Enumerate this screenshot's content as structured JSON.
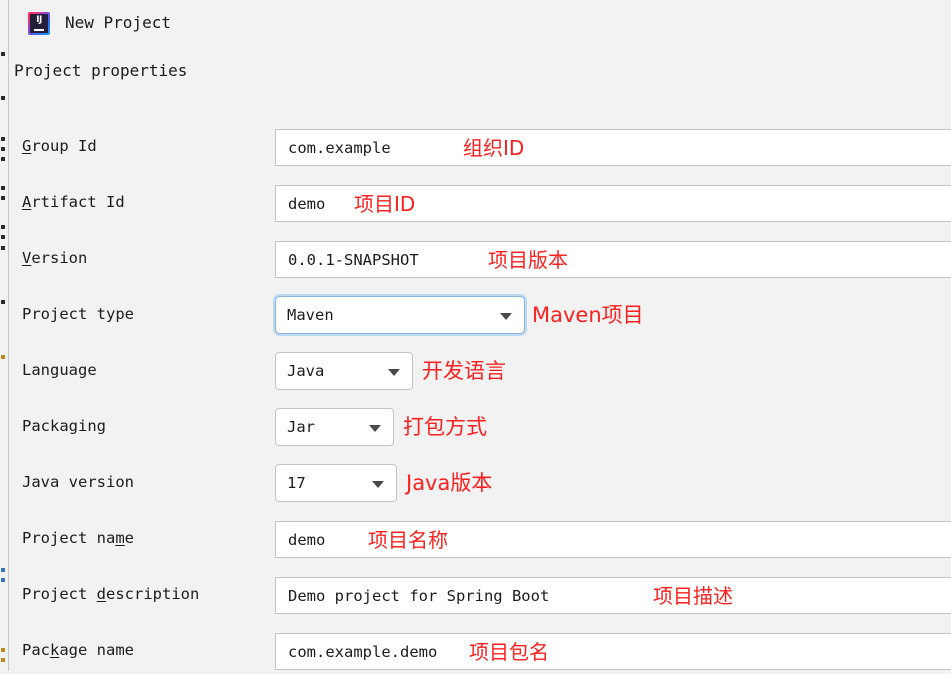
{
  "window": {
    "title": "New Project",
    "icon": "intellij-idea-icon",
    "icon_glyph": "IJ"
  },
  "section": {
    "title": "Project properties"
  },
  "theme": {
    "background": "#f2f2f2",
    "field_background": "#ffffff",
    "field_border": "#c4c4c4",
    "text": "#1c1c1c",
    "annotation_red": "#fd2020",
    "focus_ring": "#bcd9f2"
  },
  "form": {
    "rows": [
      {
        "name": "group-id",
        "label_before": "",
        "label_mnemonic": "G",
        "label_after": "roup Id",
        "control": "textfield",
        "value": "com.example",
        "annotation": "组织ID",
        "annotation_inside": true
      },
      {
        "name": "artifact-id",
        "label_before": "",
        "label_mnemonic": "A",
        "label_after": "rtifact Id",
        "control": "textfield",
        "value": "demo",
        "annotation": "项目ID",
        "annotation_inside": true
      },
      {
        "name": "version",
        "label_before": "",
        "label_mnemonic": "V",
        "label_after": "ersion",
        "control": "textfield",
        "value": "0.0.1-SNAPSHOT",
        "annotation": "项目版本",
        "annotation_inside": true
      },
      {
        "name": "project-type",
        "label_before": "Project type",
        "label_mnemonic": "",
        "label_after": "",
        "control": "combobox",
        "value": "Maven",
        "focused": true,
        "annotation": "Maven项目",
        "annotation_inside": false
      },
      {
        "name": "language",
        "label_before": "Language",
        "label_mnemonic": "",
        "label_after": "",
        "control": "combobox",
        "value": "Java",
        "focused": false,
        "annotation": "开发语言",
        "annotation_inside": false
      },
      {
        "name": "packaging",
        "label_before": "Packaging",
        "label_mnemonic": "",
        "label_after": "",
        "control": "combobox",
        "value": "Jar",
        "focused": false,
        "annotation": "打包方式",
        "annotation_inside": false
      },
      {
        "name": "java-version",
        "label_before": "Java version",
        "label_mnemonic": "",
        "label_after": "",
        "control": "combobox",
        "value": "17",
        "focused": false,
        "annotation": "Java版本",
        "annotation_inside": false
      },
      {
        "name": "project-name",
        "label_before": "Project na",
        "label_mnemonic": "m",
        "label_after": "e",
        "control": "textfield",
        "value": "demo",
        "annotation": "项目名称",
        "annotation_inside": true
      },
      {
        "name": "project-description",
        "label_before": "Project ",
        "label_mnemonic": "d",
        "label_after": "escription",
        "control": "textfield",
        "value": "Demo project for Spring Boot",
        "annotation": "项目描述",
        "annotation_inside": true
      },
      {
        "name": "package-name",
        "label_before": "Pac",
        "label_mnemonic": "k",
        "label_after": "age name",
        "control": "textfield",
        "value": "com.example.demo",
        "annotation": "项目包名",
        "annotation_inside": true
      }
    ]
  }
}
